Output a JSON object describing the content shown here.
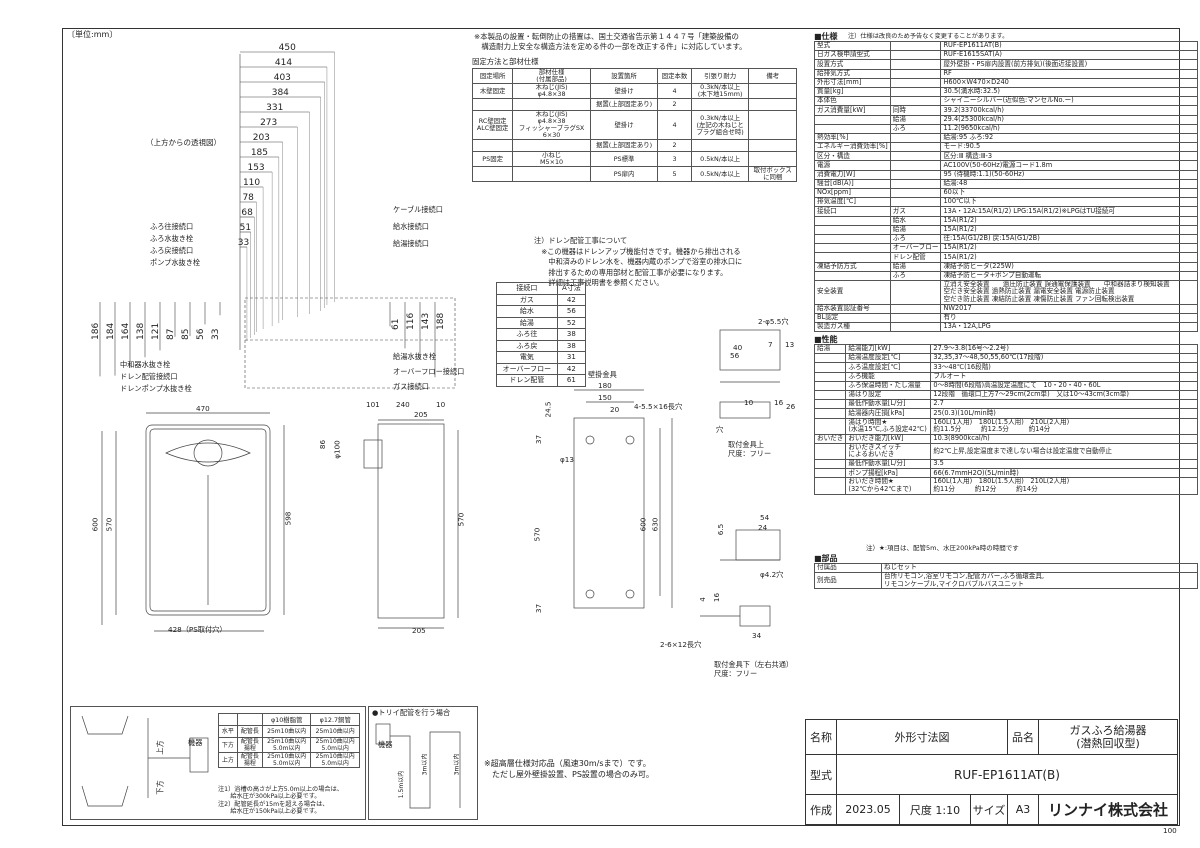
{
  "unit": "〔単位:mm〕",
  "page_num": "100",
  "top_view_label": "（上方からの透視図）",
  "dims_top": [
    "450",
    "414",
    "403",
    "384",
    "331",
    "273",
    "203",
    "185",
    "153",
    "110",
    "78",
    "68",
    "51",
    "33"
  ],
  "dims_left": [
    "186",
    "184",
    "164",
    "138",
    "121",
    "87",
    "85",
    "56",
    "33"
  ],
  "dims_right": [
    "61",
    "116",
    "143",
    "188"
  ],
  "left_callouts": [
    "ふろ往接続口",
    "ふろ水抜き栓",
    "ふろ戻接続口",
    "ポンプ水抜き栓"
  ],
  "left_callouts_bottom": [
    "中和器水抜き栓",
    "ドレン配管接続口",
    "ドレンポンプ水抜き栓"
  ],
  "right_callouts": [
    "ケーブル接続口",
    "給水接続口",
    "給湯接続口"
  ],
  "right_callouts_bottom": [
    "給湯水抜き栓",
    "オーバーフロー接続口",
    "ガス接続口"
  ],
  "note_install": "※本製品の設置・転倒防止の措置は、国土交通省告示第１４４７号「建築設備の\n　構造耐力上安全な構造方法を定める件の一部を改正する件」に対応しています。",
  "fix_title": "固定方法と部材仕様",
  "fix_headers": [
    "固定場所",
    "部材仕様\n(付属部品)",
    "設置箇所",
    "固定本数",
    "引張り耐力",
    "備考"
  ],
  "fix_rows": [
    [
      "木壁固定",
      "木ねじ(JIS)\nφ4.8×38",
      "壁掛け",
      "4",
      "0.3kN/本以上\n(木下地15mm)",
      ""
    ],
    [
      "",
      "",
      "据置(上部固定あり)",
      "2",
      "",
      ""
    ],
    [
      "RC壁固定\nALC壁固定",
      "木ねじ(JIS)\nφ4.8×38\nフィッシャープラグSX\n6×30",
      "壁掛け",
      "4",
      "0.3kN/本以上\n(左記の木ねじと\nプラグ組合せ時)",
      ""
    ],
    [
      "",
      "",
      "据置(上部固定あり)",
      "2",
      "",
      ""
    ],
    [
      "PS固定",
      "小ねじ\nM5×10",
      "PS標準",
      "3",
      "0.5kN/本以上",
      ""
    ],
    [
      "",
      "",
      "PS扉内",
      "5",
      "0.5kN/本以上",
      "取付ボックス\nに同梱"
    ]
  ],
  "drain_note": "注）ドレン配管工事について\n　※この機器はドレンアップ機能付きです。機器から排出される\n　　中和済みのドレン水を、機器内蔵のポンプで浴室の排水口に\n　　排出するための専用部材と配管工事が必要になります。\n　　詳細は工事説明書を参照ください。",
  "conn_headers": [
    "接続口",
    "A寸法"
  ],
  "conn_rows": [
    [
      "ガス",
      "42"
    ],
    [
      "給水",
      "56"
    ],
    [
      "給湯",
      "52"
    ],
    [
      "ふろ往",
      "38"
    ],
    [
      "ふろ戻",
      "38"
    ],
    [
      "電気",
      "31"
    ],
    [
      "オーバーフロー",
      "42"
    ],
    [
      "ドレン配管",
      "61"
    ]
  ],
  "front": {
    "w": "470",
    "h1": "600",
    "h2": "570",
    "h3": "598",
    "bottom": "428（PS取付穴）"
  },
  "side": {
    "d1": "101",
    "d2": "240",
    "d3": "10",
    "d4": "205",
    "d5": "205",
    "h": "570",
    "dia": "φ100",
    "d86": "86"
  },
  "bracket": {
    "title": "壁掛金具",
    "w1": "180",
    "w2": "150",
    "w3": "20",
    "w4": "24.5",
    "holes": "4-5.5×16長穴",
    "dia": "φ13",
    "h1": "570",
    "h2": "600",
    "h3": "630",
    "b1": "37",
    "b2": "37"
  },
  "fix_upper": {
    "label": "取付金具上\n尺度：フリー",
    "hole": "2-φ5.5穴",
    "d40": "40",
    "d56": "56",
    "d7": "7",
    "d13": "13",
    "d10": "10",
    "d16": "16",
    "d26": "26",
    "ana": "穴"
  },
  "fix_lower": {
    "label": "取付金具下（左右共通）\n尺度：フリー",
    "hole": "2-6×12長穴",
    "dia": "φ4.2穴",
    "d54": "54",
    "d24": "24",
    "d6": "6.5",
    "d4": "4",
    "d16": "16",
    "d34": "34"
  },
  "pipe_table": {
    "headers": [
      "",
      "",
      "φ10樹脂管",
      "φ12.7銅管"
    ],
    "rows": [
      [
        "水平",
        "配管長",
        "25m10曲以内",
        "25m10曲以内"
      ],
      [
        "下方",
        "配管長\n揚程",
        "25m10曲以内\n5.0m以内",
        "25m10曲以内\n5.0m以内"
      ],
      [
        "上方",
        "配管長\n揚程",
        "25m10曲以内\n5.0m以内",
        "25m10曲以内\n5.0m以内"
      ]
    ],
    "notes": "注1）浴槽の高さが上方5.0m以上の場合は、\n　　給水圧が300kPa以上必要です。\n注2）配管延長が15mを超える場合は、\n　　給水圧が150kPa以上必要です。",
    "labels": [
      "上方",
      "機器",
      "下方"
    ]
  },
  "trap": {
    "title": "●トリイ配管を行う場合",
    "labels": [
      "機器",
      "1.5m以内",
      "3m以内",
      "3m以内"
    ]
  },
  "high_note": "※超高層仕様対応品（風速30m/sまで）です。\n　ただし屋外壁掛設置、PS設置の場合のみ可。",
  "spec": {
    "title": "■仕様",
    "title_note": "注）仕様は改良のため予告なく変更することがあります。",
    "rows": [
      [
        "型式",
        "",
        "RUF-EP1611AT(B)"
      ],
      [
        "日ガス検申請型式",
        "",
        "RUF-E1615SAT(A)"
      ],
      [
        "設置方式",
        "",
        "屋外壁掛・PS扉内設置(前方排気)(後面近接設置)"
      ],
      [
        "給排気方式",
        "",
        "RF"
      ],
      [
        "外形寸法[mm]",
        "",
        "H600×W470×D240"
      ],
      [
        "質量[kg]",
        "",
        "30.5(満水時:32.5)"
      ],
      [
        "本体色",
        "",
        "シャイニーシルバー(近似色:マンセルNo.ー)"
      ],
      [
        "ガス消費量[kW]",
        "同時",
        "39.2(33700kcal/h)"
      ],
      [
        "",
        "給湯",
        "29.4(25300kcal/h)"
      ],
      [
        "",
        "ふろ",
        "11.2(9650kcal/h)"
      ],
      [
        "熱効率[%]",
        "",
        "給湯:95 ふろ:92"
      ],
      [
        "エネルギー消費効率[%]",
        "",
        "モード:90.5"
      ],
      [
        "区分・構造",
        "",
        "区分:Ⅲ 構造:Ⅲ-3"
      ],
      [
        "電源",
        "",
        "AC100V(50-60Hz)電源コード1.8m"
      ],
      [
        "消費電力[W]",
        "",
        "95 (待機時:1.1)(50-60Hz)"
      ],
      [
        "騒音[dB(A)]",
        "",
        "給湯:48"
      ],
      [
        "NOx[ppm]",
        "",
        "60以下"
      ],
      [
        "排気温度[℃]",
        "",
        "100℃以下"
      ],
      [
        "接続口",
        "ガス",
        "13A・12A:15A(R1/2) LPG:15A(R1/2)※LPGはTU接続可"
      ],
      [
        "",
        "給水",
        "15A(R1/2)"
      ],
      [
        "",
        "給湯",
        "15A(R1/2)"
      ],
      [
        "",
        "ふろ",
        "往:15A(G1/2B) 戻:15A(G1/2B)"
      ],
      [
        "",
        "オーバーフロー",
        "15A(R1/2)"
      ],
      [
        "",
        "ドレン配管",
        "15A(R1/2)"
      ],
      [
        "凍結予防方式",
        "給湯",
        "凍結予防ヒータ(225W)"
      ],
      [
        "",
        "ふろ",
        "凍結予防ヒータ+ポンプ自動運転"
      ],
      [
        "安全装置",
        "",
        "立消え安全装置　　過圧防止装置 誤通電保護装置　　中和器詰まり検知装置\n空だき安全装置 過熱防止装置 漏電安全装置 電源防止装置\n空だき防止装置 凍結防止装置 凍傷防止装置 ファン回転検出装置"
      ],
      [
        "給水装置認証番号",
        "",
        "NW2017"
      ],
      [
        "BL認定",
        "",
        "有り"
      ],
      [
        "製造ガス種",
        "",
        "13A・12A,LPG"
      ]
    ]
  },
  "perf": {
    "title": "■性能",
    "rows": [
      [
        "給湯",
        "給湯能力[kW]",
        "27.9～3.8(16号～2.2号)"
      ],
      [
        "",
        "給湯温度設定[℃]",
        "32,35,37～48,50,55,60℃(17段階)"
      ],
      [
        "",
        "ふろ温度設定[℃]",
        "33～48℃(16段階)"
      ],
      [
        "",
        "ふろ機能",
        "フルオート"
      ],
      [
        "",
        "ふろ保温時間・たし湯量",
        "0～8時間(6段階)高温設定温度にて　10・20・40・60L"
      ],
      [
        "",
        "湯はり設定",
        "12段階　循環口上方7～29cm(2cm単)　又は10～43cm(3cm単)"
      ],
      [
        "",
        "最低作動水量[L/分]",
        "2.7"
      ],
      [
        "",
        "給湯器内圧損[kPa]",
        "25(0.3)(10L/min時)"
      ],
      [
        "",
        "湯はり時間★\n(水温15℃,ふろ設定42℃)",
        "160L(1人用)　180L(1.5人用)　210L(2人用)\n約11.5分　　　約12.5分　　　約14分"
      ],
      [
        "おいだき",
        "おいだき能力[kW]",
        "10.3(8900kcal/h)"
      ],
      [
        "",
        "おいだきスイッチ\nによるおいだき",
        "約2℃上昇,設定温度まで達しない場合は設定温度で自動停止"
      ],
      [
        "",
        "最低作動水量[L/分]",
        "3.5"
      ],
      [
        "",
        "ポンプ揚程[kPa]",
        "66(6.7mmH2O)(5L/min時)"
      ],
      [
        "",
        "おいだき時間★\n(32℃から42℃まで)",
        "160L(1人用)　180L(1.5人用)　210L(2人用)\n約11分　　　約12分　　　約14分"
      ]
    ],
    "note": "注）★:項目は、配管5m、水圧200kPa時の時間です"
  },
  "parts": {
    "title": "■部品",
    "rows": [
      [
        "付属品",
        "ねじセット"
      ],
      [
        "別売品",
        "台所リモコン,浴室リモコン,配管カバー,ふろ循環金具,\nリモコンケーブル,マイクロバブルバスユニット"
      ]
    ]
  },
  "title_block": {
    "name_label": "名称",
    "name_value": "外形寸法図",
    "product_label": "品名",
    "product_value": "ガスふろ給湯器\n(潜熱回収型)",
    "model_label": "型式",
    "model_value": "RUF-EP1611AT(B)",
    "made_label": "作成",
    "made_value": "2023.05",
    "scale_label": "尺度",
    "scale_value": "1:10",
    "size_label": "サイズ",
    "size_value": "A3",
    "company": "リンナイ株式会社"
  }
}
